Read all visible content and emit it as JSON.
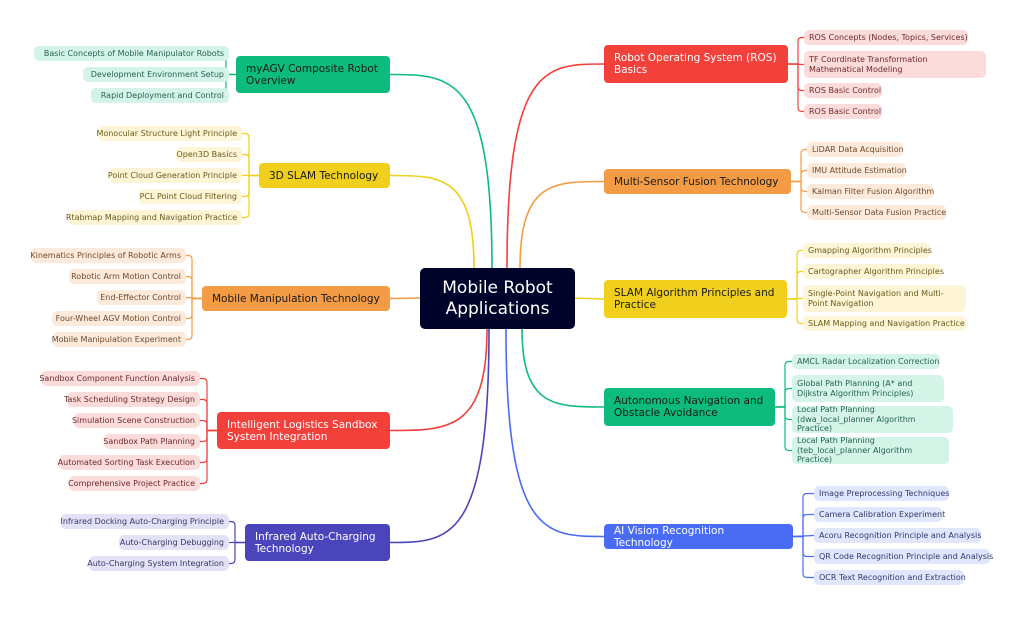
{
  "root": {
    "label": "Mobile Robot Applications",
    "bg": "#01042a",
    "color": "#ffffff"
  },
  "branches": [
    {
      "id": "myagv",
      "side": "left",
      "label": "myAGV Composite Robot Overview",
      "color": "#0dbb7d",
      "text": "#1a1a1a",
      "leaf_bg": "#d4f4e8",
      "leaf_text": "#27634d",
      "leaves": [
        "Basic Concepts of Mobile Manipulator Robots",
        "Development Environment Setup",
        "Rapid Deployment and Control"
      ]
    },
    {
      "id": "slam3d",
      "side": "left",
      "label": "3D SLAM Technology",
      "color": "#f0cf1d",
      "text": "#1a1a1a",
      "leaf_bg": "#fdf5d6",
      "leaf_text": "#6a5b1e",
      "leaves": [
        "Monocular Structure Light Principle",
        "Open3D Basics",
        "Point Cloud Generation Principle",
        "PCL Point Cloud Filtering",
        "Rtabmap Mapping and Navigation Practice"
      ]
    },
    {
      "id": "manip",
      "side": "left",
      "label": "Mobile Manipulation Technology",
      "color": "#f39b45",
      "text": "#1a1a1a",
      "leaf_bg": "#fdeadb",
      "leaf_text": "#6e4a2c",
      "leaves": [
        "Kinematics Principles of Robotic Arms",
        "Robotic Arm Motion Control",
        "End-Effector Control",
        "Four-Wheel AGV Motion Control",
        "Mobile Manipulation Experiment"
      ]
    },
    {
      "id": "sandbox",
      "side": "left",
      "label": "Intelligent Logistics Sandbox System Integration",
      "color": "#f2413b",
      "text": "#ffffff",
      "leaf_bg": "#fcdcdb",
      "leaf_text": "#6b2b2a",
      "leaves": [
        "Sandbox Component Function Analysis",
        "Task Scheduling Strategy Design",
        "Simulation Scene Construction",
        "Sandbox Path Planning",
        "Automated Sorting Task Execution",
        "Comprehensive Project Practice"
      ]
    },
    {
      "id": "charging",
      "side": "left",
      "label": "Infrared Auto-Charging Technology",
      "color": "#4b45bb",
      "text": "#ffffff",
      "leaf_bg": "#e2e1f5",
      "leaf_text": "#3a3868",
      "leaves": [
        "Infrared Docking Auto-Charging Principle",
        "Auto-Charging Debugging",
        "Auto-Charging System Integration"
      ]
    },
    {
      "id": "ros",
      "side": "right",
      "label": "Robot Operating System (ROS) Basics",
      "color": "#f2413b",
      "text": "#ffffff",
      "leaf_bg": "#fcdcdb",
      "leaf_text": "#6b2b2a",
      "leaves": [
        "ROS Concepts (Nodes, Topics, Services)",
        "TF Coordinate Transformation Mathematical Modeling",
        "ROS Basic Control",
        "ROS Basic Control"
      ]
    },
    {
      "id": "fusion",
      "side": "right",
      "label": "Multi-Sensor Fusion Technology",
      "color": "#f39b45",
      "text": "#1a1a1a",
      "leaf_bg": "#fdeadb",
      "leaf_text": "#6e4a2c",
      "leaves": [
        "LiDAR Data Acquisition",
        "IMU Attitude Estimation",
        "Kalman Filter Fusion Algorithm",
        "Multi-Sensor Data Fusion Practice"
      ]
    },
    {
      "id": "slamalgo",
      "side": "right",
      "label": "SLAM Algorithm Principles and Practice",
      "color": "#f0cf1d",
      "text": "#1a1a1a",
      "leaf_bg": "#fdf5d6",
      "leaf_text": "#6a5b1e",
      "leaves": [
        "Gmapping Algorithm Principles",
        "Cartographer Algorithm Principles",
        "Single-Point Navigation and Multi-Point Navigation",
        "SLAM Mapping and Navigation Practice"
      ]
    },
    {
      "id": "nav",
      "side": "right",
      "label": "Autonomous Navigation and Obstacle Avoidance",
      "color": "#0dbb7d",
      "text": "#1a1a1a",
      "leaf_bg": "#d4f4e8",
      "leaf_text": "#27634d",
      "leaves": [
        "AMCL Radar Localization Correction",
        "Global Path Planning (A* and Dijkstra Algorithm Principles)",
        "Local Path Planning (dwa_local_planner Algorithm Practice)",
        "Local Path Planning (teb_local_planner Algorithm Practice)"
      ]
    },
    {
      "id": "vision",
      "side": "right",
      "label": "AI Vision Recognition Technology",
      "color": "#4a6cf4",
      "text": "#ffffff",
      "leaf_bg": "#e0e6fd",
      "leaf_text": "#2f3a6b",
      "leaves": [
        "Image Preprocessing Techniques",
        "Camera Calibration Experiment",
        "Acoru Recognition Principle and Analysis",
        "QR Code Recognition Principle and Analysis",
        "OCR Text Recognition and Extraction"
      ]
    }
  ]
}
